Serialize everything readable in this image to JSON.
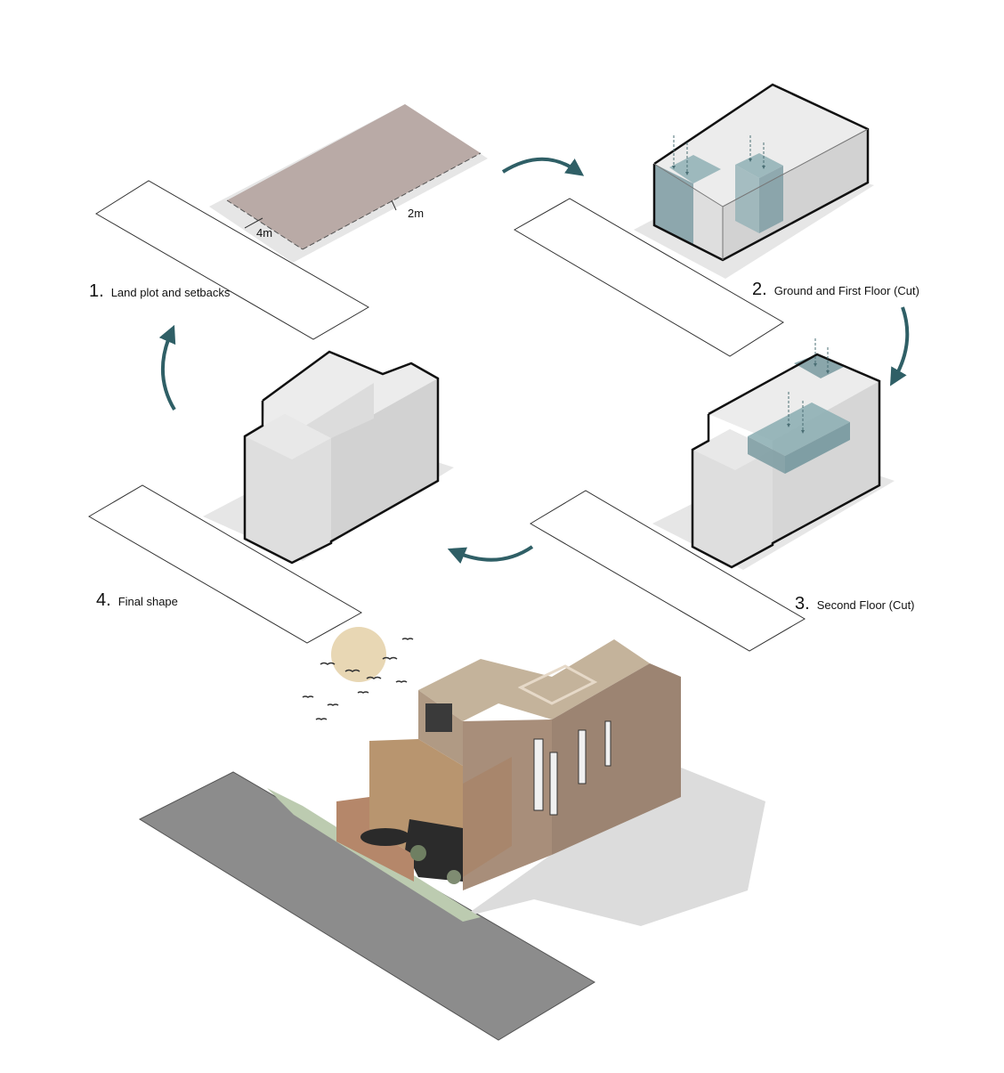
{
  "steps": [
    {
      "number": "1.",
      "label": "Land plot and setbacks"
    },
    {
      "number": "2.",
      "label": "Ground and First Floor (Cut)"
    },
    {
      "number": "3.",
      "label": "Second Floor (Cut)"
    },
    {
      "number": "4.",
      "label": "Final shape"
    }
  ],
  "dimensions": {
    "front_setback": "4m",
    "side_setback": "2m"
  },
  "colors": {
    "plot": "#b9aaa6",
    "setback": "#e6e6e6",
    "mass_light": "#ececec",
    "mass_mid": "#dedede",
    "mass_dark": "#d2d2d2",
    "cut": "#7f9ea4",
    "arrow": "#2f5f66",
    "road": "#8c8c8c",
    "sun": "#e8d7b4",
    "building": "#a88e7a"
  },
  "icons": {
    "cycle_arrow": "curved-arrow-icon",
    "birds": "bird-icon"
  }
}
